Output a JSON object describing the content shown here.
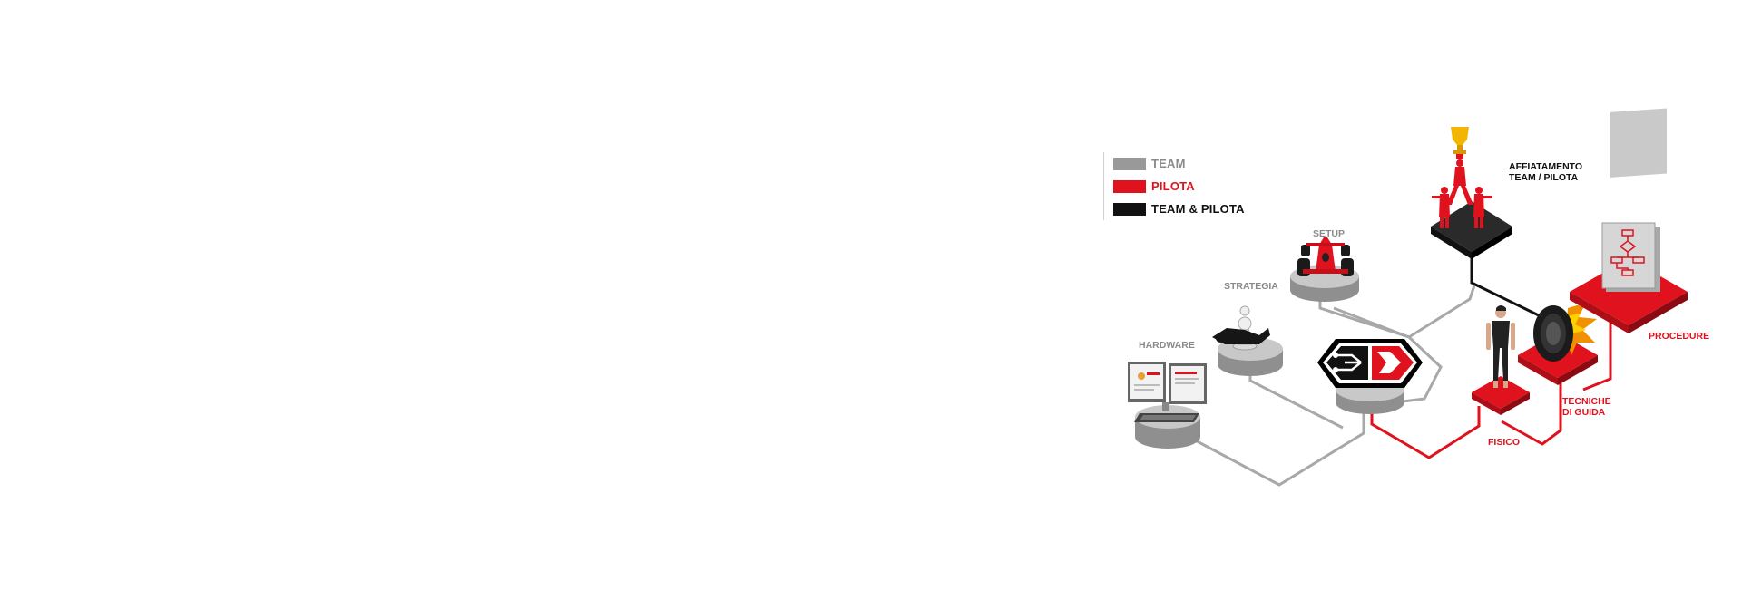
{
  "colors": {
    "team": "#999999",
    "pilota": "#e0121d",
    "team_pilota": "#111111"
  },
  "legend": [
    {
      "label": "TEAM",
      "color": "#999999"
    },
    {
      "label": "PILOTA",
      "color": "#e0121d"
    },
    {
      "label": "TEAM & PILOTA",
      "color": "#111111"
    }
  ],
  "nodes": {
    "hardware": {
      "label": "HARDWARE",
      "icon": "monitors-keyboard-icon"
    },
    "strategia": {
      "label": "STRATEGIA",
      "icon": "chess-pieces-icon"
    },
    "setup": {
      "label": "SETUP",
      "icon": "race-car-icon"
    },
    "hub": {
      "icon": "team-pilot-logo-icon"
    },
    "affiatamento": {
      "label_line1": "AFFIATAMENTO",
      "label_line2": "TEAM / PILOTA",
      "icon": "trophy-podium-icon"
    },
    "fisico": {
      "label": "FISICO",
      "icon": "athlete-figure-icon"
    },
    "tecniche": {
      "label_line1": "TECNICHE",
      "label_line2": "DI GUIDA",
      "icon": "flaming-tire-icon"
    },
    "procedure": {
      "label": "PROCEDURE",
      "icon": "flowchart-documents-icon"
    }
  }
}
